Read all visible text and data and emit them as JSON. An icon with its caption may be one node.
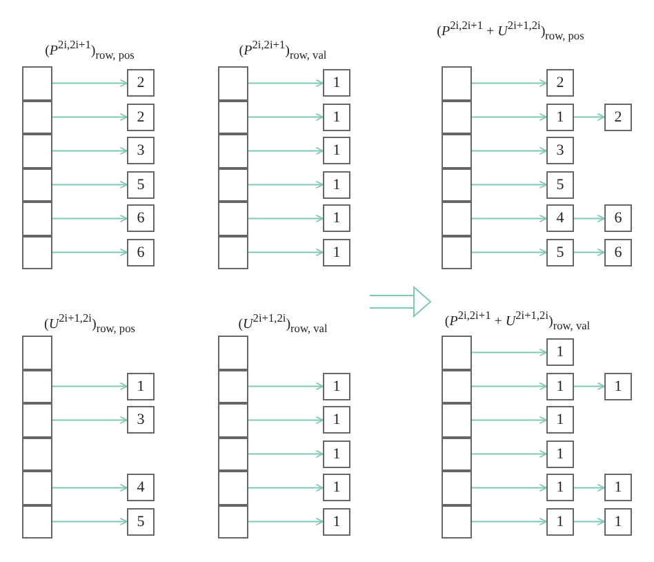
{
  "diagram": {
    "nodes": [
      {
        "text": [],
        "shape": "box"
      },
      {
        "text": [],
        "shape": "box"
      },
      {
        "text": [],
        "shape": "box"
      },
      {
        "text": [],
        "shape": "box"
      },
      {
        "text": [],
        "shape": "box"
      },
      {
        "text": [],
        "shape": "box"
      },
      {
        "text": [
          "2"
        ]
      },
      {
        "text": [
          "2"
        ]
      },
      {
        "text": [
          "3"
        ]
      },
      {
        "text": [
          "5"
        ]
      },
      {
        "text": [
          "6"
        ]
      },
      {
        "text": [
          "6"
        ]
      },
      {
        "text": [],
        "shape": "box"
      },
      {
        "text": [],
        "shape": "box"
      },
      {
        "text": [],
        "shape": "box"
      },
      {
        "text": [],
        "shape": "box"
      },
      {
        "text": [],
        "shape": "box"
      },
      {
        "text": [],
        "shape": "box"
      },
      {
        "text": [
          "1"
        ]
      },
      {
        "text": [
          "1"
        ]
      },
      {
        "text": [
          "1"
        ]
      },
      {
        "text": [
          "1"
        ]
      },
      {
        "text": [
          "1"
        ]
      },
      {
        "text": [
          "1"
        ]
      },
      {
        "text": [],
        "shape": "box"
      },
      {
        "text": [],
        "shape": "box"
      },
      {
        "text": [],
        "shape": "box"
      },
      {
        "text": [],
        "shape": "box"
      },
      {
        "text": [],
        "shape": "box"
      },
      {
        "text": [],
        "shape": "box"
      },
      {
        "text": [
          "2"
        ]
      },
      {
        "text": [
          "1"
        ]
      },
      {
        "text": [
          "2"
        ]
      },
      {
        "text": [
          "3"
        ]
      },
      {
        "text": [
          "5"
        ]
      },
      {
        "text": [
          "4"
        ]
      },
      {
        "text": [
          "6"
        ]
      },
      {
        "text": [
          "5"
        ]
      },
      {
        "text": [
          "6"
        ]
      },
      {
        "text": [],
        "shape": "box"
      },
      {
        "text": [],
        "shape": "box"
      },
      {
        "text": [],
        "shape": "box"
      },
      {
        "text": [],
        "shape": "box"
      },
      {
        "text": [],
        "shape": "box"
      },
      {
        "text": [],
        "shape": "box"
      },
      {
        "text": [
          "1"
        ]
      },
      {
        "text": [
          "3"
        ]
      },
      {
        "text": [
          "4"
        ]
      },
      {
        "text": [
          "5"
        ]
      },
      {
        "text": [],
        "shape": "box"
      },
      {
        "text": [],
        "shape": "box"
      },
      {
        "text": [],
        "shape": "box"
      },
      {
        "text": [],
        "shape": "box"
      },
      {
        "text": [],
        "shape": "box"
      },
      {
        "text": [],
        "shape": "box"
      },
      {
        "text": [
          "1"
        ]
      },
      {
        "text": [
          "1"
        ]
      },
      {
        "text": [
          "1"
        ]
      },
      {
        "text": [
          "1"
        ]
      },
      {
        "text": [
          "1"
        ]
      },
      {
        "text": [],
        "shape": "box"
      },
      {
        "text": [],
        "shape": "box"
      },
      {
        "text": [],
        "shape": "box"
      },
      {
        "text": [],
        "shape": "box"
      },
      {
        "text": [],
        "shape": "box"
      },
      {
        "text": [],
        "shape": "box"
      },
      {
        "text": [
          "1"
        ]
      },
      {
        "text": [
          "1"
        ]
      },
      {
        "text": [
          "1"
        ]
      },
      {
        "text": [
          "1"
        ]
      },
      {
        "text": [
          "1"
        ]
      },
      {
        "text": [
          "1"
        ]
      },
      {
        "text": [
          "1"
        ]
      },
      {
        "text": [
          "1"
        ]
      },
      {
        "text": [
          "1"
        ]
      }
    ],
    "edges": [
      {
        "from": 0,
        "to": 6,
        "arrow": "to"
      },
      {
        "from": 1,
        "to": 7,
        "arrow": "to"
      },
      {
        "from": 2,
        "to": 8,
        "arrow": "to"
      },
      {
        "from": 3,
        "to": 9,
        "arrow": "to"
      },
      {
        "from": 4,
        "to": 10,
        "arrow": "to"
      },
      {
        "from": 5,
        "to": 11,
        "arrow": "to"
      },
      {
        "from": 12,
        "to": 18,
        "arrow": "to"
      },
      {
        "from": 13,
        "to": 19,
        "arrow": "to"
      },
      {
        "from": 14,
        "to": 20,
        "arrow": "to"
      },
      {
        "from": 15,
        "to": 21,
        "arrow": "to"
      },
      {
        "from": 16,
        "to": 22,
        "arrow": "to"
      },
      {
        "from": 17,
        "to": 23,
        "arrow": "to"
      },
      {
        "from": 24,
        "to": 30,
        "arrow": "to"
      },
      {
        "from": 25,
        "to": 31,
        "arrow": "to"
      },
      {
        "from": 31,
        "to": 32,
        "arrow": "to"
      },
      {
        "from": 26,
        "to": 33,
        "arrow": "to"
      },
      {
        "from": 27,
        "to": 34,
        "arrow": "to"
      },
      {
        "from": 28,
        "to": 35,
        "arrow": "to"
      },
      {
        "from": 35,
        "to": 36,
        "arrow": "to"
      },
      {
        "from": 29,
        "to": 37,
        "arrow": "to"
      },
      {
        "from": 37,
        "to": 38,
        "arrow": "to"
      },
      {
        "from": 40,
        "to": 45,
        "arrow": "to"
      },
      {
        "from": 41,
        "to": 46,
        "arrow": "to"
      },
      {
        "from": 43,
        "to": 47,
        "arrow": "to"
      },
      {
        "from": 44,
        "to": 48,
        "arrow": "to"
      },
      {
        "from": 50,
        "to": 55,
        "arrow": "to"
      },
      {
        "from": 51,
        "to": 56,
        "arrow": "to"
      },
      {
        "from": 52,
        "to": 57,
        "arrow": "to"
      },
      {
        "from": 53,
        "to": 58,
        "arrow": "to"
      },
      {
        "from": 54,
        "to": 59,
        "arrow": "to"
      },
      {
        "from": 60,
        "to": 66,
        "arrow": "to"
      },
      {
        "from": 61,
        "to": 67,
        "arrow": "to"
      },
      {
        "from": 67,
        "to": 68,
        "arrow": "to"
      },
      {
        "from": 62,
        "to": 69,
        "arrow": "to"
      },
      {
        "from": 63,
        "to": 70,
        "arrow": "to"
      },
      {
        "from": 64,
        "to": 71,
        "arrow": "to"
      },
      {
        "from": 71,
        "to": 72,
        "arrow": "to"
      },
      {
        "from": 65,
        "to": 73,
        "arrow": "to"
      },
      {
        "from": 73,
        "to": 74,
        "arrow": "to"
      }
    ],
    "labels": [
      "(*P*$^{2i,2i+1}$)$_{row, pos}$",
      "(*P*$^{2i,2i+1}$)$_{row, val}$",
      "(*P*$^{2i,2i+1}$ + *U*$^{2i+1,2i}$)$_{row, pos}$",
      "(*U*$^{2i+1,2i}$)$_{row, pos}$",
      "(*U*$^{2i+1,2i}$)$_{row, val}$",
      "(*P*$^{2i,2i+1}$ + *U*$^{2i+1,2i}$)$_{row, val}$"
    ]
  }
}
